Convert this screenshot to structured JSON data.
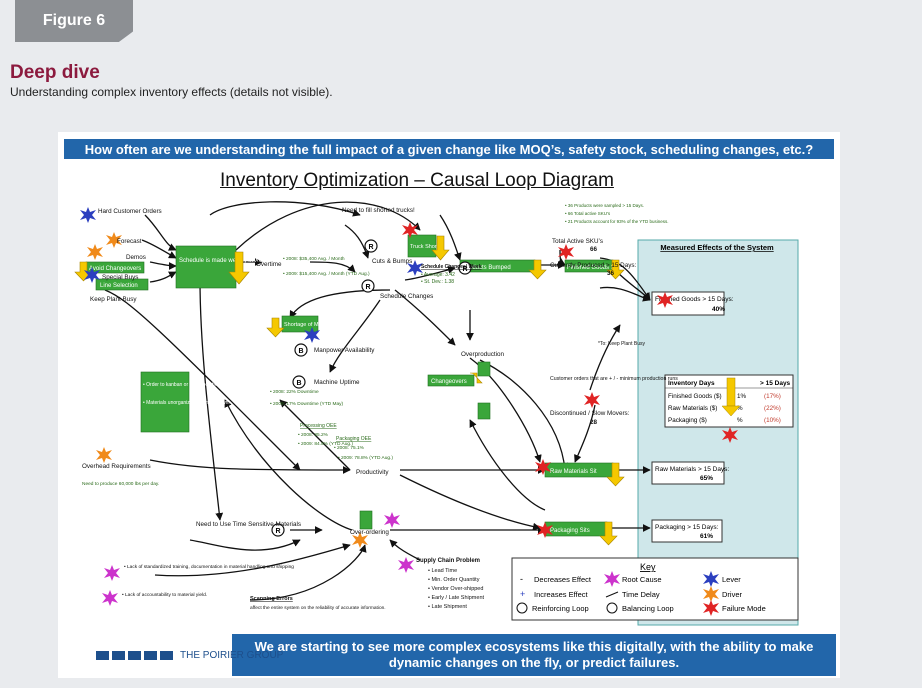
{
  "header": {
    "figure_label": "Figure 6",
    "title": "Deep dive",
    "subtitle": "Understanding complex inventory effects (details not visible)."
  },
  "diagram": {
    "banner_top": "How often are we understanding the full impact of a given change like MOQ’s, safety stock, scheduling changes, etc.?",
    "title": "Inventory Optimization – Causal Loop Diagram",
    "banner_bottom_1": "We are starting to see more complex ecosystems like this digitally, with the ability to make",
    "banner_bottom_2": "dynamic changes on the fly, or predict failures.",
    "logo_text": "THE POIRIER GROUP",
    "nodes": {
      "hard_orders": "Hard Customer Orders",
      "forecast": "Forecast",
      "demos": "Demos",
      "special_buys": "Special Buys",
      "avoid_changeovers": "Avoid Changeovers",
      "line_selection": "Line Selection",
      "keep_plant_busy": "Keep Plant Busy",
      "schedule_weekly": "Schedule is made weekly in XOXO production",
      "overtime": "Overtime",
      "ot_2008": "• 2008: $35,400 Avg. / Month",
      "ot_2009": "• 2009: $15,400 Avg. / Month (YTD Aug.)",
      "need_fill": "Need to fill shorted trucks!",
      "truck_shorted": "Truck Shorted",
      "cuts_bumps": "Cuts & Bumps",
      "sched_changes_title": "Schedule Changes/ Week",
      "sched_avg": "• Average: 3.42",
      "sched_stdev": "• St. Dev.: 1.38",
      "schedule_changes": "Schedule Changes",
      "products_bumped": "Products Bumped",
      "finished_goods_sit": "Finished Goods Sit",
      "shortage": "Shortage of Materials",
      "manpower": "Manpower Availability",
      "machine_uptime": "Machine Uptime",
      "down_2008": "• 2008: 22% Downtime",
      "down_2009": "• 2009: 17% Downtime (YTD May)",
      "kanban": "• Order to kanban or order points.",
      "materials_unorg": "• Materials unorganized: 5S not known.",
      "ppoee_title": "Processing OEE",
      "ppoee_2008": "• 2008: 85.2%",
      "ppoee_2009": "• 2009: 84.5% (YTD Aug.)",
      "pkoee_title": "Packaging OEE",
      "pkoee_2008": "• 2008: 75.1%",
      "pkoee_2009": "• 2009: 78.8% (YTD Aug.)",
      "overproduction": "Overproduction",
      "changeovers": "Changeovers",
      "productivity": "Productivity",
      "overhead": "Overhead Requirements",
      "need_produce": "Need to produce 60,000 lbs per day.",
      "time_sensitive": "Need to Use Time Sensitive Materials",
      "over_ordering": "Over-ordering",
      "raw_sit": "Raw Materials Sit",
      "packaging_sits": "Packaging Sits",
      "stats_1": "• 36 Products were sampled > 15 Days.",
      "stats_2": "• 66 Total active SKU’s",
      "stats_3": "• 21 Products account for 93% of the YTD business.",
      "total_skus": "Total Active SKU’s",
      "total_skus_val": "66",
      "currently_produced": "Currently Produced > 15 Days:",
      "currently_val": "36",
      "keep_busy_note": "*To: Keep Plant Busy",
      "cust_orders": "Customer orders that are + / - minimum production runs",
      "discontinued": "Discontinued / Slow Movers:",
      "discontinued_val": "28",
      "lack_training": "• Lack of standardized training, documentation in material handling and shipping",
      "lack_account": "• Lack of accountability to material yield.",
      "scanning_title": "Scanning Errors",
      "scanning_desc": "affect the entire system on the reliability of accurate information.",
      "supply_title": "Supply Chain Problem",
      "supply_items": [
        "• Lead Time",
        "• Min. Order Quantity",
        "• Vendor Over-shipped",
        "• Early / Late Shipment",
        "• Late Shipment"
      ]
    },
    "effects": {
      "title": "Measured Effects of the System",
      "fg": "Finished Goods > 15 Days:",
      "fg_val": "40%",
      "inv_header": "Inventory Days",
      "inv_header2": "> 15 Days",
      "rows": [
        {
          "label": "Finished Goods ($)",
          "pct": "1%",
          "val": "(17%)"
        },
        {
          "label": "Raw Materials ($)",
          "pct": "%",
          "val": "(22%)"
        },
        {
          "label": "Packaging ($)",
          "pct": "%",
          "val": "(10%)"
        }
      ],
      "raw": "Raw Materials > 15 Days:",
      "raw_val": "65%",
      "pkg": "Packaging > 15 Days:",
      "pkg_val": "61%"
    },
    "key": {
      "title": "Key",
      "decreases": "Decreases Effect",
      "increases": "Increases Effect",
      "reinforcing": "Reinforcing Loop",
      "root_cause": "Root Cause",
      "time_delay": "Time Delay",
      "balancing": "Balancing Loop",
      "lever": "Lever",
      "driver": "Driver",
      "failure_mode": "Failure Mode"
    },
    "loop_labels": {
      "r": "R",
      "b": "B"
    },
    "colors": {
      "banner": "#2266aa",
      "green": "#3aa63a",
      "yellow": "#f5c800",
      "effects_bg": "#cfe7ea",
      "root_cause": "#cc33cc",
      "lever": "#2b3fbf",
      "driver": "#f08a1a",
      "failure": "#e02424",
      "title_red": "#8c1a3e"
    }
  }
}
